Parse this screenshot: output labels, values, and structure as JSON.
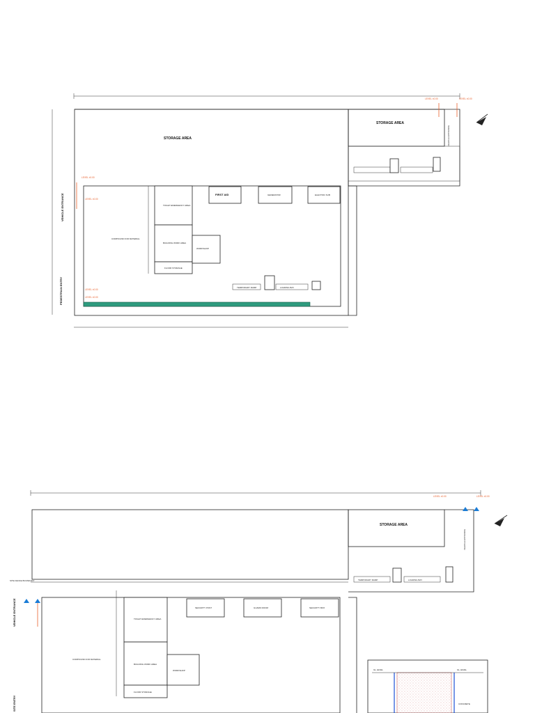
{
  "drawing": {
    "top_plan": {
      "storage_area_main": "STORAGE AREA",
      "storage_area_side": "STORAGE AREA",
      "vehicle_entrance_left": "VEHICLE ENTRANCE",
      "vehicle_entrance_right": "VEHICLE ENTRANCE",
      "lower_left_vertical": "PEDESTRIAN ENTRY",
      "office_block_label": "FIRST AID",
      "room_a": "GENERATOR",
      "room_b": "ELECTRIC SUB",
      "room_c": "TOILET EMERGENCY AREA",
      "room_d": "BUILDING WORK AREA",
      "room_e": "WORKSHOP",
      "room_f": "FLOOR STORAGE",
      "compound_label": "COMPOUND FOR MATERIAL",
      "label_ramp": "TEMPORARY RAMP",
      "label_ramp2": "LOADING BAY",
      "orange_notes": [
        "LEVEL ±0.00",
        "LEVEL ±0.00",
        "LEVEL ±0.00",
        "LEVEL ±0.00",
        "LEVEL ±0.00",
        "LEVEL ±0.00"
      ]
    },
    "bottom_plan": {
      "storage_area_side": "STORAGE AREA",
      "vehicle_entrance_left": "VEHICLE ENTRANCE",
      "vehicle_entrance_right": "VEHICLE ENTRANCE",
      "room_a": "SECURITY POST",
      "room_b": "GUARD ROOM",
      "room_c": "SECURITY BOX",
      "room_d": "TOILET EMERGENCY AREA",
      "room_e": "BUILDING WORK AREA",
      "room_f": "WORKSHOP",
      "room_g": "FLOOR STORAGE",
      "compound_label": "COMPOUND FOR MATERIAL",
      "label_ramp": "TEMPORARY RAMP",
      "label_ramp2": "LOADING BAY",
      "detail_label_left": "GL LEVEL",
      "detail_label_right": "GL LEVEL",
      "detail_note": "CONCRETE",
      "left_vertical": "SITE ENTRY",
      "side_note": "SITE FENCE BOUNDARY",
      "orange_notes": [
        "LEVEL ±0.00",
        "LEVEL ±0.00"
      ]
    },
    "colors": {
      "strip": "#2e9b7e",
      "annotation": "#e8602c",
      "marker": "#1a7cd6"
    }
  }
}
